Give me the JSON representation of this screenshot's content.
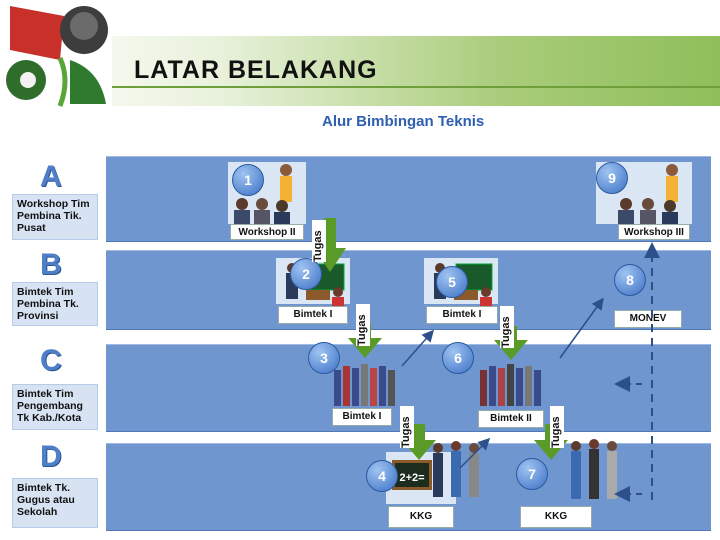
{
  "header": {
    "title": "LATAR BELAKANG"
  },
  "diagram": {
    "title": "Alur Bimbingan Teknis",
    "rows": [
      {
        "letter": "A",
        "label": "Workshop Tim Pembina Tik. Pusat"
      },
      {
        "letter": "B",
        "label": "Bimtek Tim Pembina Tk. Provinsi"
      },
      {
        "letter": "C",
        "label": "Bimtek Tim Pengembang Tk Kab./Kota"
      },
      {
        "letter": "D",
        "label": "Bimtek Tk. Gugus atau Sekolah"
      }
    ],
    "steps": [
      {
        "num": "1",
        "caption": "Workshop II"
      },
      {
        "num": "2",
        "caption": "Bimtek I"
      },
      {
        "num": "3",
        "caption": "Bimtek I"
      },
      {
        "num": "4",
        "caption": "KKG"
      },
      {
        "num": "5",
        "caption": "Bimtek I"
      },
      {
        "num": "6",
        "caption": "Bimtek II"
      },
      {
        "num": "7",
        "caption": "KKG"
      },
      {
        "num": "8",
        "caption": "MONEV"
      },
      {
        "num": "9",
        "caption": "Workshop III"
      }
    ],
    "tugas_label": "Tugas",
    "blackboard_text": "2+2="
  },
  "colors": {
    "band": "#6f96cf",
    "arrow": "#5a9a28",
    "accent": "#2f5fb0"
  }
}
